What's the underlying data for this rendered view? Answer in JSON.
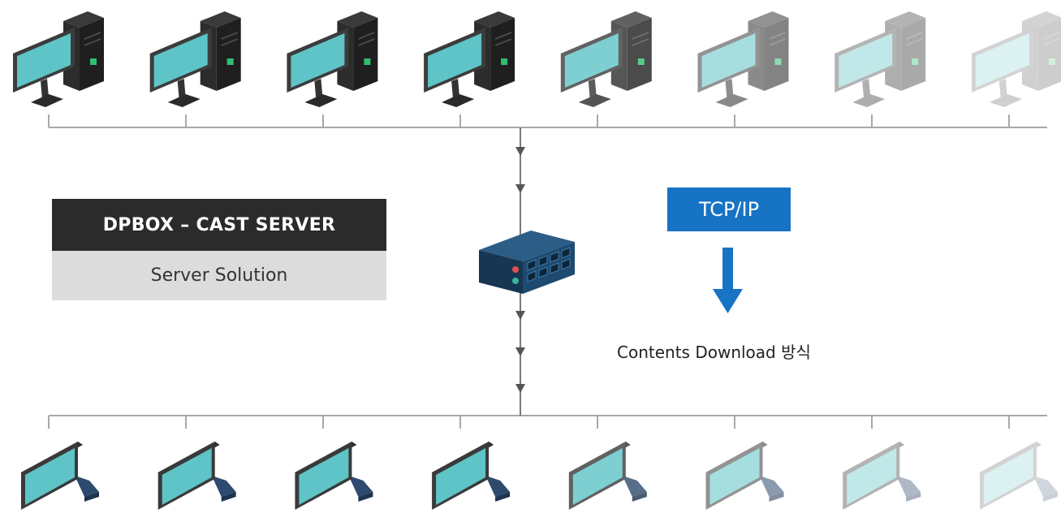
{
  "server_box": {
    "title": "DPBOX – CAST SERVER",
    "subtitle": "Server Solution"
  },
  "protocol": {
    "label": "TCP/IP"
  },
  "method_label": "Contents Download 방식",
  "icons": {
    "pc": "desktop-pc-icon",
    "display": "display-panel-icon",
    "switch": "network-switch-icon",
    "arrow": "down-arrow-icon"
  },
  "colors": {
    "accent_blue": "#1773c4",
    "title_bg": "#2b2b2b",
    "subtitle_bg": "#dcdcdc",
    "screen_teal": "#5ec4c8",
    "line_gray": "#999999"
  },
  "top_pcs": [
    {
      "opacity": 1.0
    },
    {
      "opacity": 1.0
    },
    {
      "opacity": 1.0
    },
    {
      "opacity": 1.0
    },
    {
      "opacity": 0.8
    },
    {
      "opacity": 0.55
    },
    {
      "opacity": 0.38
    },
    {
      "opacity": 0.22
    }
  ],
  "bottom_displays": [
    {
      "opacity": 1.0
    },
    {
      "opacity": 1.0
    },
    {
      "opacity": 1.0
    },
    {
      "opacity": 1.0
    },
    {
      "opacity": 0.8
    },
    {
      "opacity": 0.55
    },
    {
      "opacity": 0.38
    },
    {
      "opacity": 0.22
    }
  ]
}
